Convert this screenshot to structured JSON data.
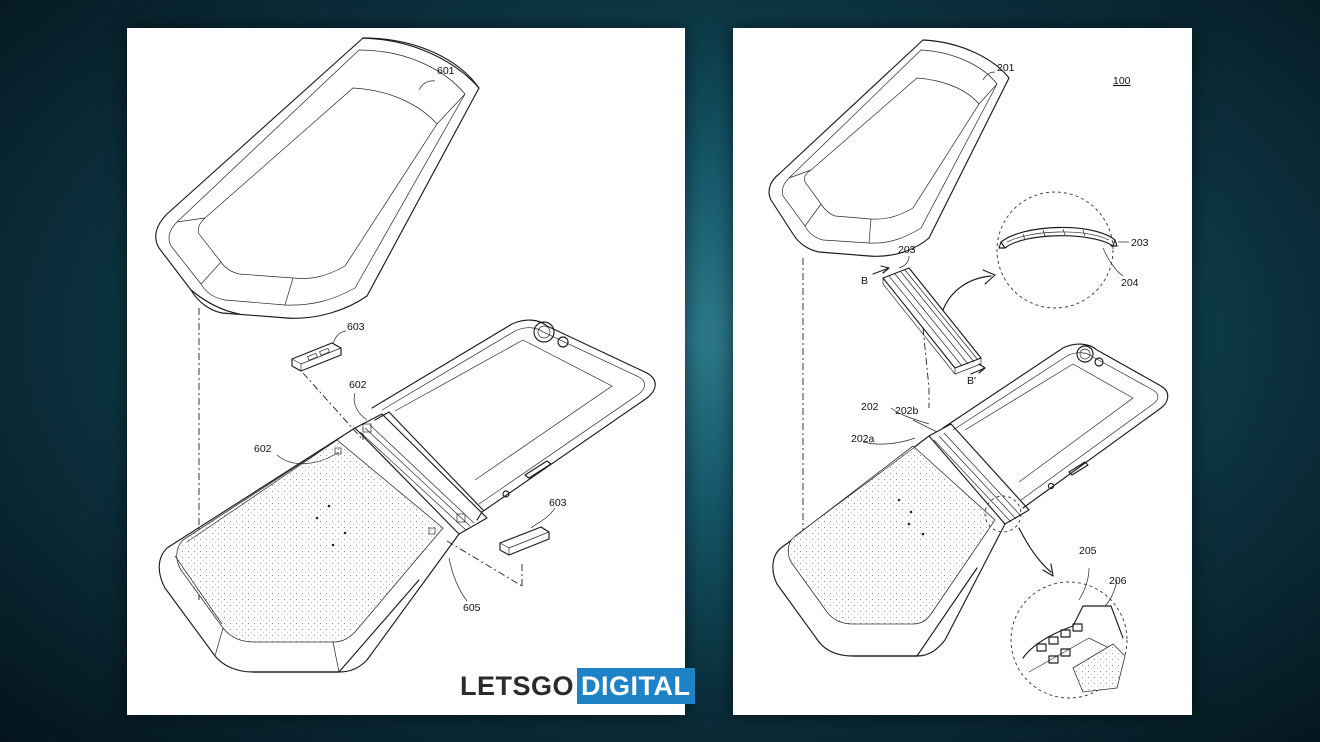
{
  "left_figure": {
    "labels": {
      "cover": "601",
      "bracket_top": "603",
      "hinge_right": "602",
      "hinge_left": "602",
      "bracket_bottom": "603",
      "flex_region": "605"
    }
  },
  "right_figure": {
    "labels": {
      "cover": "201",
      "device": "100",
      "strip": "203",
      "section_top": "203",
      "section_bottom": "204",
      "section_b": "B",
      "section_b_prime": "B'",
      "hinge": "202",
      "hinge_b": "202b",
      "hinge_a": "202a",
      "detail_205": "205",
      "detail_206": "206"
    }
  },
  "watermark": {
    "part1": "LETSGO",
    "part2": "DIGITAL"
  },
  "colors": {
    "background": "#0f4656",
    "sheet": "#ffffff",
    "brand_blue": "#1d82c6"
  }
}
